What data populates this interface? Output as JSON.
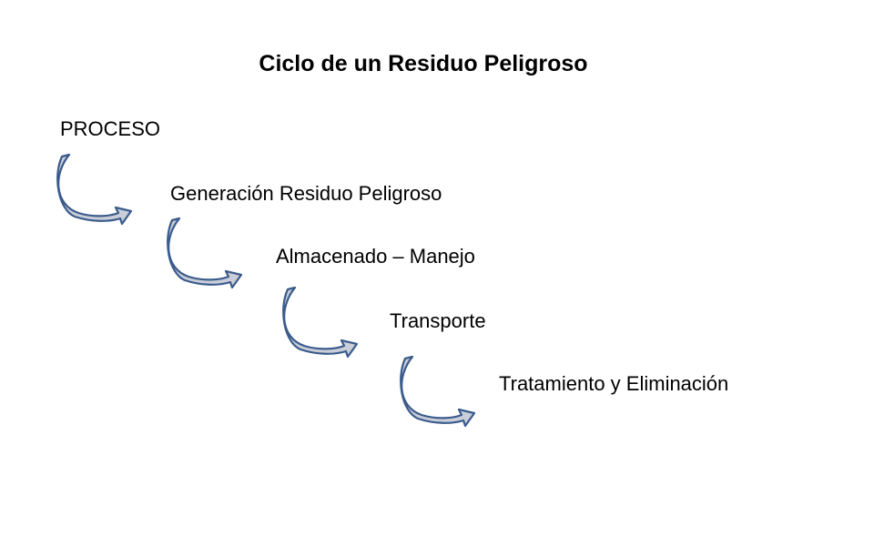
{
  "title": "Ciclo de un Residuo Peligroso",
  "process_label": "PROCESO",
  "steps": [
    "Generación Residuo Peligroso",
    "Almacenado – Manejo",
    "Transporte",
    "Tratamiento y Eliminación"
  ],
  "colors": {
    "arrow_fill": "#c9ced8",
    "arrow_stroke": "#3b5b8c",
    "text": "#000000"
  },
  "icon": "curved-arrow-icon"
}
